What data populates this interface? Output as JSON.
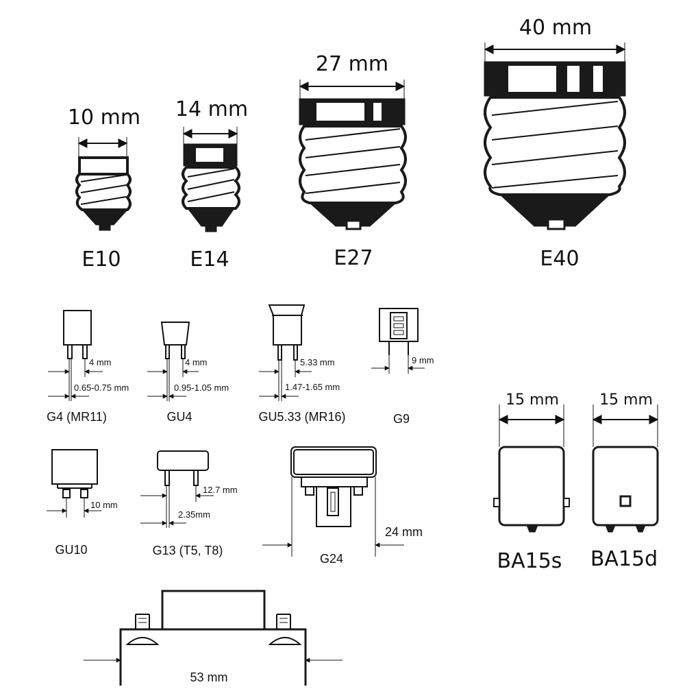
{
  "edison": {
    "e10": {
      "dim": "10 mm",
      "name": "E10"
    },
    "e14": {
      "dim": "14 mm",
      "name": "E14"
    },
    "e27": {
      "dim": "27 mm",
      "name": "E27"
    },
    "e40": {
      "dim": "40 mm",
      "name": "E40"
    }
  },
  "pins": {
    "g4": {
      "name": "G4 (MR11)",
      "spacing": "4 mm",
      "diameter": "0.65-0.75 mm"
    },
    "gu4": {
      "name": "GU4",
      "spacing": "4 mm",
      "diameter": "0.95-1.05 mm"
    },
    "gu533": {
      "name": "GU5.33 (MR16)",
      "spacing": "5.33 mm",
      "diameter": "1.47-1.65 mm"
    },
    "g9": {
      "name": "G9",
      "spacing": "9 mm"
    },
    "gu10": {
      "name": "GU10",
      "spacing": "10 mm"
    },
    "g13": {
      "name": "G13 (T5, T8)",
      "spacing": "12.7 mm",
      "diameter": "2.35mm"
    },
    "g24": {
      "name": "G24",
      "width": "24 mm"
    }
  },
  "bayonet": {
    "ba15s": {
      "dim": "15 mm",
      "name": "BA15s"
    },
    "ba15d": {
      "dim": "15 mm",
      "name": "BA15d"
    }
  },
  "linear": {
    "width": "53 mm"
  }
}
